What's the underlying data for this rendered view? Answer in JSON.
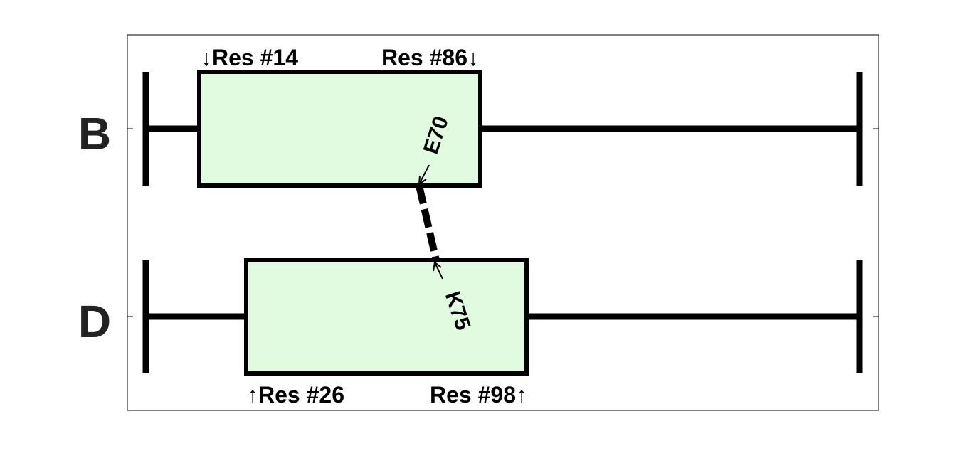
{
  "colors": {
    "domain_fill": "#e1fbe1",
    "stroke": "#000000",
    "label": "#222222",
    "frame": "#000000"
  },
  "chains": [
    {
      "id": "B",
      "label": "B"
    },
    {
      "id": "D",
      "label": "D"
    }
  ],
  "domains": {
    "B": {
      "start_label": "↓Res #14",
      "end_label": "Res #86↓"
    },
    "D": {
      "start_label": "↑Res #26",
      "end_label": "Res #98↑"
    }
  },
  "contacts": [
    {
      "from_residue": "E70",
      "to_residue": "K75",
      "style": "dashed"
    }
  ]
}
